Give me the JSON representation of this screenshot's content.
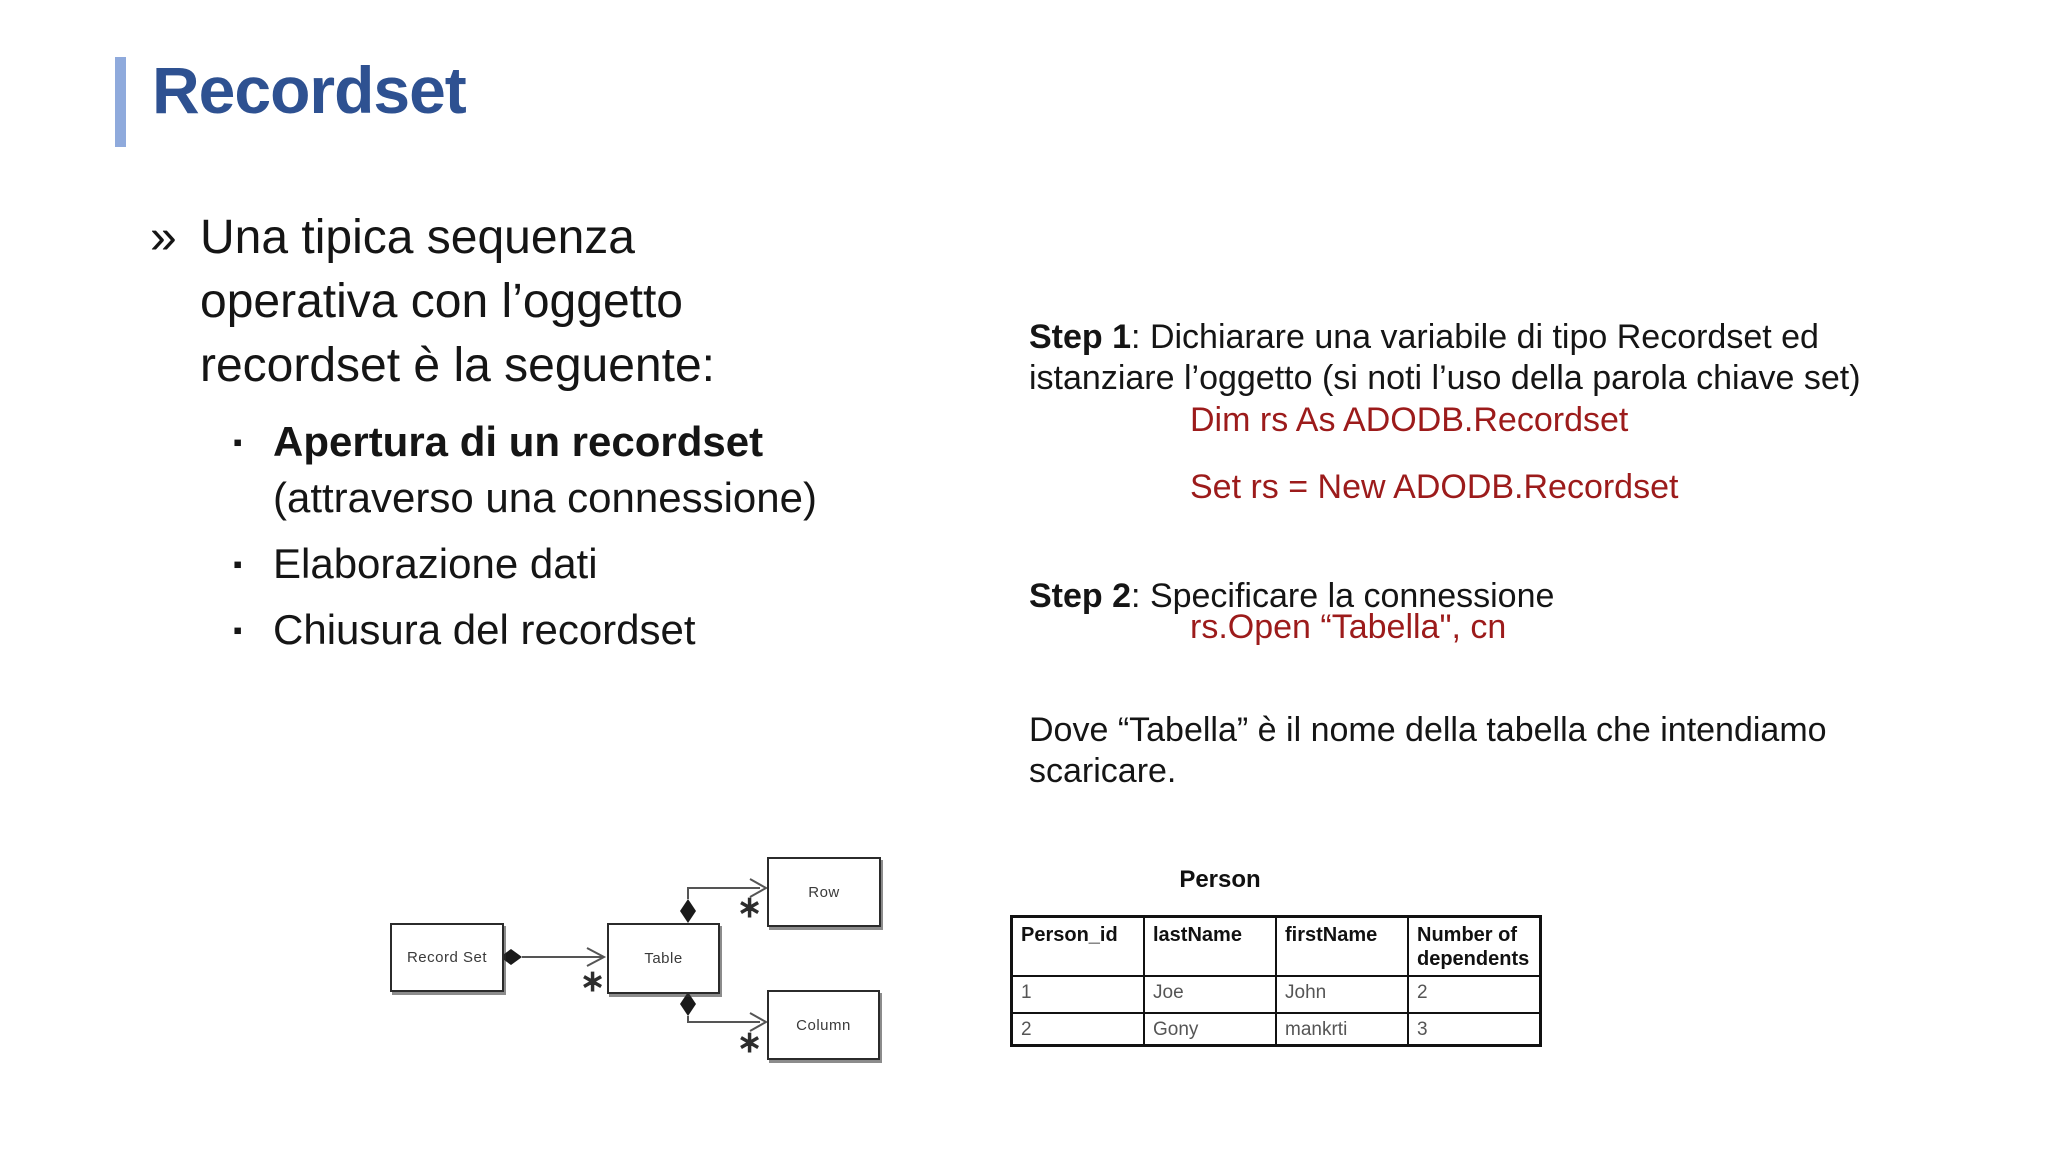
{
  "slide_title": "Recordset",
  "intro_bullet": {
    "marker": "»",
    "lines": [
      "Una tipica sequenza",
      "operativa con l’oggetto",
      "recordset è la seguente:"
    ]
  },
  "sub_bullets": {
    "marker": "▪",
    "items": [
      {
        "bold": "Apertura di un recordset",
        "normal": "(attraverso una connessione)"
      },
      {
        "bold": "",
        "normal": "Elaborazione dati"
      },
      {
        "bold": "",
        "normal": "Chiusura del recordset"
      }
    ]
  },
  "steps": {
    "step1_label": "Step 1",
    "step1_text": ": Dichiarare una variabile di tipo Recordset ed istanziare l’oggetto (si noti l’uso della parola chiave set)",
    "code_line1": "Dim rs As ADODB.Recordset",
    "code_line2": "Set rs = New ADODB.Recordset",
    "step2_label": "Step 2",
    "step2_text": ": Specificare la connessione",
    "code_line3": "rs.Open “Tabella\", cn",
    "note": "Dove “Tabella” è il nome della tabella che intendiamo scaricare."
  },
  "diagram": {
    "record_set_label": "Record Set",
    "table_label": "Table",
    "row_label": "Row",
    "column_label": "Column",
    "multiplicity_symbol": "∗"
  },
  "person_table": {
    "title": "Person",
    "headers": [
      "Person_id",
      "lastName",
      "firstName",
      "Number of dependents"
    ],
    "rows": [
      [
        "1",
        "Joe",
        "John",
        "2"
      ],
      [
        "2",
        "Gony",
        "mankrti",
        "3"
      ]
    ]
  },
  "colors": {
    "title_blue": "#2E5191",
    "accent_bar_blue": "#8FAADC",
    "code_red": "#9C1B1B"
  }
}
